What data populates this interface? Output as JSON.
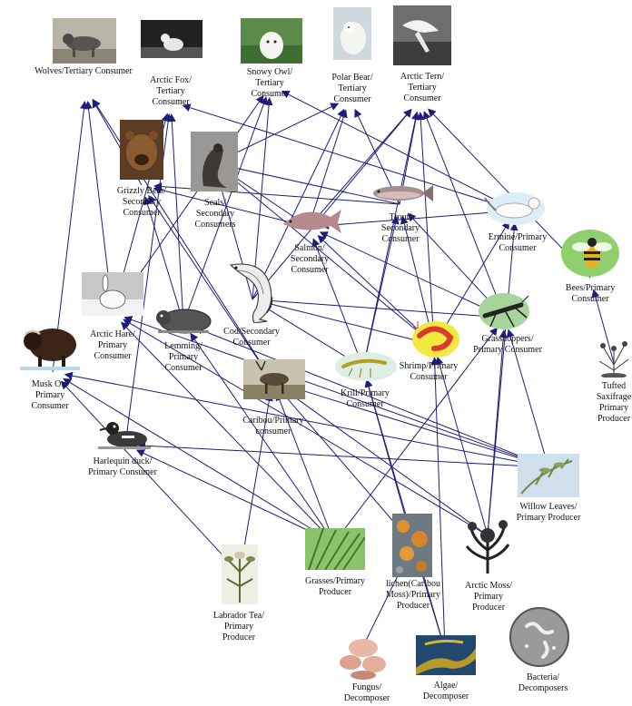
{
  "colors": {
    "arrow": "#1e1e7a",
    "label": "#111111"
  },
  "organisms": [
    {
      "id": "wolves",
      "label": "Wolves/Tertiary Consumer",
      "icon": "wolf-icon"
    },
    {
      "id": "fox",
      "label": "Arctic Fox/ Tertiary Consumer",
      "icon": "arctic-fox-icon"
    },
    {
      "id": "owl",
      "label": "Snowy Owl/ Tertiary Consumer",
      "icon": "snowy-owl-icon"
    },
    {
      "id": "polar",
      "label": "Polar Bear/ Tertiary Consumer",
      "icon": "polar-bear-icon"
    },
    {
      "id": "tern",
      "label": "Arctic Tern/ Tertiary Consumer",
      "icon": "arctic-tern-icon"
    },
    {
      "id": "grizzly",
      "label": "Grizzly Bear/ Secondary Consumer",
      "icon": "grizzly-bear-icon"
    },
    {
      "id": "seals",
      "label": "Seals/ Secondary Consumers",
      "icon": "seal-icon"
    },
    {
      "id": "trout",
      "label": "Trout/ Secondary Consumer",
      "icon": "trout-icon"
    },
    {
      "id": "salmon",
      "label": "Salmon/ Secondary Consumer",
      "icon": "salmon-icon"
    },
    {
      "id": "ermine",
      "label": "Ermine/Primary Consumer",
      "icon": "ermine-icon"
    },
    {
      "id": "bees",
      "label": "Bees/Primary Consumer",
      "icon": "bee-icon"
    },
    {
      "id": "cod",
      "label": "Cod/Secondary Consumer",
      "icon": "cod-icon"
    },
    {
      "id": "hare",
      "label": "Arctic Hare/ Primary Consumer",
      "icon": "arctic-hare-icon"
    },
    {
      "id": "lemming",
      "label": "Lemming/ Primary Consumer",
      "icon": "lemming-icon"
    },
    {
      "id": "muskox",
      "label": "Musk Ox/ Primary Consumer",
      "icon": "musk-ox-icon"
    },
    {
      "id": "caribou",
      "label": "Caribou/Primary consumer",
      "icon": "caribou-icon"
    },
    {
      "id": "krill",
      "label": "Krill/Primary Consumer",
      "icon": "krill-icon"
    },
    {
      "id": "shrimp",
      "label": "Shrimp/Primary Consumer",
      "icon": "shrimp-icon"
    },
    {
      "id": "grasshopper",
      "label": "Grasshoppers/ Primary Consumer",
      "icon": "grasshopper-icon"
    },
    {
      "id": "saxifrage",
      "label": "Tufted Saxifrage Primary Producer",
      "icon": "saxifrage-icon"
    },
    {
      "id": "harlequin",
      "label": "Harlequin duck/ Primary Consumer",
      "icon": "harlequin-duck-icon"
    },
    {
      "id": "willow",
      "label": "Willow Leaves/ Primary Producer",
      "icon": "willow-leaves-icon"
    },
    {
      "id": "grasses",
      "label": "Grasses/Primary Producer",
      "icon": "grasses-icon"
    },
    {
      "id": "lichen",
      "label": "lichen(Caribou Moss)/Primary Producer",
      "icon": "lichen-icon"
    },
    {
      "id": "moss",
      "label": "Arctic Moss/ Primary Producer",
      "icon": "arctic-moss-icon"
    },
    {
      "id": "labrador",
      "label": "Labrador Tea/ Primary Producer",
      "icon": "labrador-tea-icon"
    },
    {
      "id": "fungus",
      "label": "Fungus/ Decomposer",
      "icon": "fungus-icon"
    },
    {
      "id": "algae",
      "label": "Algae/ Decomposer",
      "icon": "algae-icon"
    },
    {
      "id": "bacteria",
      "label": "Bacteria/ Decomposers",
      "icon": "bacteria-icon"
    }
  ],
  "links": [
    [
      "muskox",
      "wolves"
    ],
    [
      "hare",
      "wolves"
    ],
    [
      "grizzly",
      "wolves"
    ],
    [
      "caribou",
      "wolves"
    ],
    [
      "lemming",
      "fox"
    ],
    [
      "hare",
      "fox"
    ],
    [
      "harlequin",
      "fox"
    ],
    [
      "ermine",
      "fox"
    ],
    [
      "lemming",
      "owl"
    ],
    [
      "hare",
      "owl"
    ],
    [
      "ermine",
      "owl"
    ],
    [
      "cod",
      "owl"
    ],
    [
      "seals",
      "polar"
    ],
    [
      "salmon",
      "polar"
    ],
    [
      "trout",
      "polar"
    ],
    [
      "cod",
      "polar"
    ],
    [
      "trout",
      "tern"
    ],
    [
      "salmon",
      "tern"
    ],
    [
      "cod",
      "tern"
    ],
    [
      "shrimp",
      "tern"
    ],
    [
      "krill",
      "tern"
    ],
    [
      "grasshopper",
      "tern"
    ],
    [
      "bees",
      "tern"
    ],
    [
      "salmon",
      "grizzly"
    ],
    [
      "trout",
      "grizzly"
    ],
    [
      "lemming",
      "grizzly"
    ],
    [
      "caribou",
      "grizzly"
    ],
    [
      "cod",
      "seals"
    ],
    [
      "salmon",
      "seals"
    ],
    [
      "trout",
      "seals"
    ],
    [
      "shrimp",
      "seals"
    ],
    [
      "krill",
      "trout"
    ],
    [
      "shrimp",
      "trout"
    ],
    [
      "grasshopper",
      "trout"
    ],
    [
      "krill",
      "salmon"
    ],
    [
      "shrimp",
      "salmon"
    ],
    [
      "grasshopper",
      "salmon"
    ],
    [
      "ermine",
      "salmon"
    ],
    [
      "krill",
      "cod"
    ],
    [
      "shrimp",
      "cod"
    ],
    [
      "grasshopper",
      "cod"
    ],
    [
      "moss",
      "ermine"
    ],
    [
      "shrimp",
      "ermine"
    ],
    [
      "saxifrage",
      "bees"
    ],
    [
      "willow",
      "hare"
    ],
    [
      "grasses",
      "hare"
    ],
    [
      "moss",
      "hare"
    ],
    [
      "grasses",
      "lemming"
    ],
    [
      "willow",
      "lemming"
    ],
    [
      "grasses",
      "muskox"
    ],
    [
      "willow",
      "muskox"
    ],
    [
      "labrador",
      "muskox"
    ],
    [
      "lichen",
      "caribou"
    ],
    [
      "grasses",
      "caribou"
    ],
    [
      "willow",
      "caribou"
    ],
    [
      "moss",
      "caribou"
    ],
    [
      "labrador",
      "caribou"
    ],
    [
      "algae",
      "krill"
    ],
    [
      "lichen",
      "krill"
    ],
    [
      "algae",
      "shrimp"
    ],
    [
      "moss",
      "shrimp"
    ],
    [
      "grasses",
      "grasshopper"
    ],
    [
      "willow",
      "grasshopper"
    ],
    [
      "moss",
      "grasshopper"
    ],
    [
      "grasses",
      "harlequin"
    ],
    [
      "willow",
      "harlequin"
    ],
    [
      "fungus",
      "lichen"
    ],
    [
      "algae",
      "lichen"
    ]
  ]
}
